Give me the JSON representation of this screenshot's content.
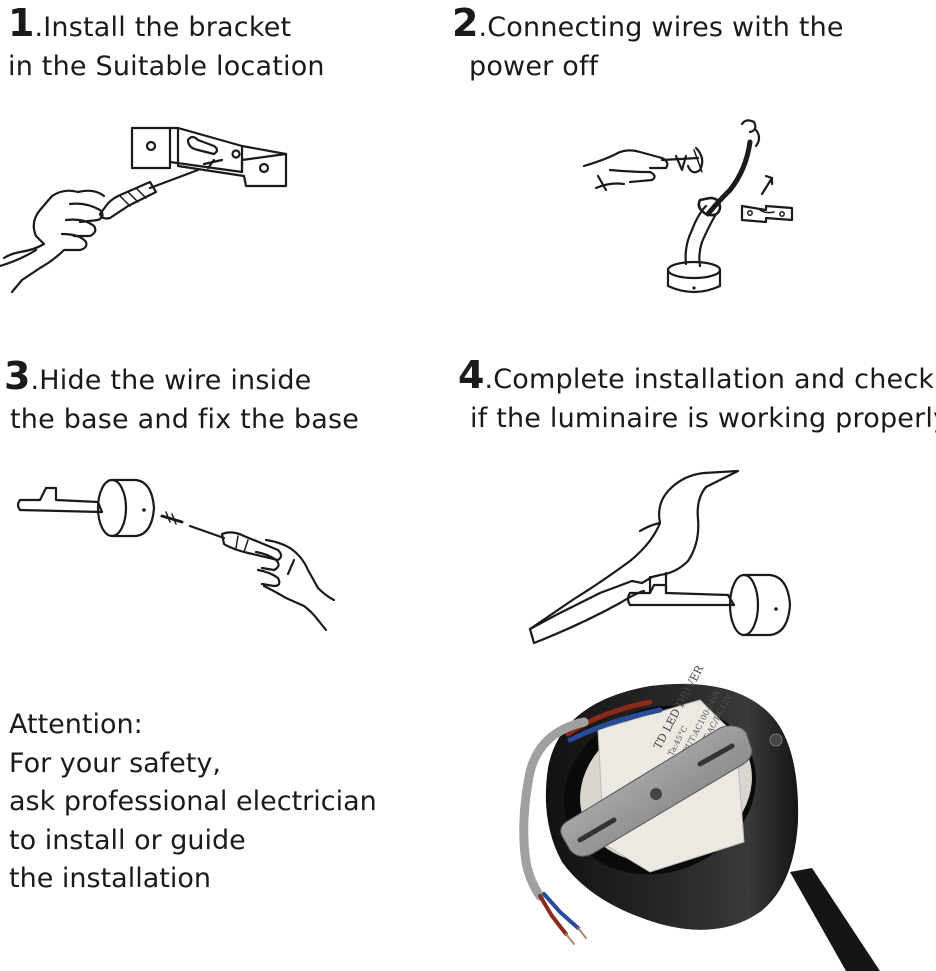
{
  "steps": [
    {
      "number": "1",
      "line1": ".Install the bracket",
      "line2": "in the Suitable location"
    },
    {
      "number": "2",
      "line1": ".Connecting wires with the",
      "line2": "power off"
    },
    {
      "number": "3",
      "line1": ".Hide the wire inside",
      "line2": "the base and fix the base"
    },
    {
      "number": "4",
      "line1": ".Complete installation and check",
      "line2": "if the luminaire is working properly"
    }
  ],
  "attention": {
    "lines": [
      "Attention:",
      "For your safety,",
      "ask  professional electrician",
      "to install or guide",
      "the installation"
    ]
  },
  "driver_label": {
    "lines": [
      "TD LED DRIVER",
      "Ta:45°C",
      "INPUT:AC100-240V",
      "OUTPUT:AC/DC12V",
      "X"
    ]
  },
  "icons": {
    "step1": "bracket-screwdriver-illustration",
    "step2": "wire-connection-illustration",
    "step3": "base-fixing-illustration",
    "step4": "bird-lamp-illustration",
    "photo": "lamp-base-photo"
  }
}
